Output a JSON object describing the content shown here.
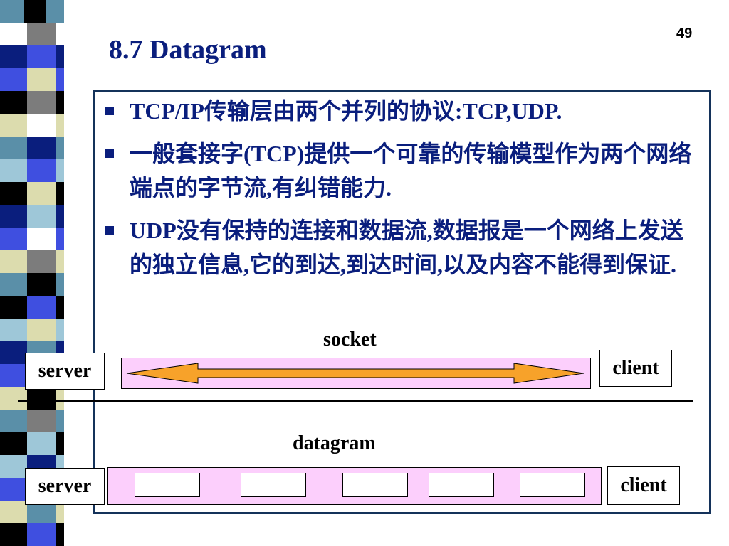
{
  "slide": {
    "page_number": "49",
    "title": "8.7 Datagram",
    "bullets": [
      "TCP/IP传输层由两个并列的协议:TCP,UDP.",
      "一般套接字(TCP)提供一个可靠的传输模型作为两个网络端点的字节流,有纠错能力.",
      "UDP没有保持的连接和数据流,数据报是一个网络上发送的独立信息,它的到达,到达时间,以及内容不能得到保证."
    ]
  },
  "diagram": {
    "socket": {
      "label": "socket",
      "left_node": "server",
      "right_node": "client"
    },
    "datagram": {
      "label": "datagram",
      "left_node": "server",
      "right_node": "client",
      "packet_count": 5
    }
  },
  "colors": {
    "title": "#0a1e7d",
    "text": "#0a1e7d",
    "box_border": "#14325a",
    "pipe_fill": "#fccffc",
    "arrow_fill": "#f7a22a",
    "stripe_colors": [
      "#5a8fa8",
      "#000000",
      "#0a1e7d",
      "#3f4fe0",
      "#dcdcae",
      "#9ec7d8",
      "#7c7c7c",
      "#ffffff"
    ]
  }
}
